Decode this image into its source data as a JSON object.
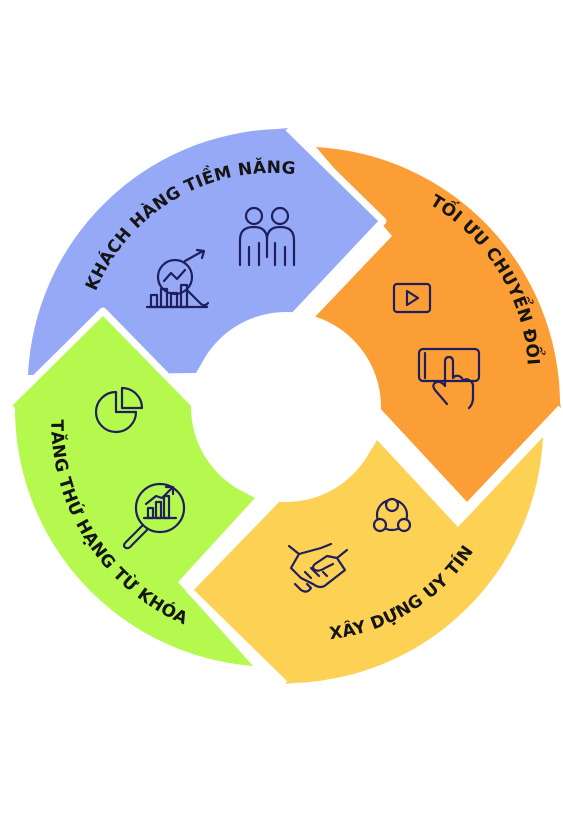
{
  "diagram": {
    "segments": [
      {
        "id": "khach-hang",
        "label": "KHÁCH HÀNG TIỀM NĂNG",
        "color": "#96a9f7",
        "icons": [
          "team-icon",
          "analytics-magnifier-icon"
        ]
      },
      {
        "id": "toi-uu",
        "label": "TỐI ƯU CHUYỂN ĐỔI",
        "color": "#fb9e36",
        "icons": [
          "video-play-icon",
          "touch-screen-icon"
        ]
      },
      {
        "id": "xay-dung",
        "label": "XÂY DỰNG UY TÍN",
        "color": "#fdd154",
        "icons": [
          "network-icon",
          "handshake-icon"
        ]
      },
      {
        "id": "tang-thu-hang",
        "label": "TĂNG THỨ HẠNG TỪ KHÓA",
        "color": "#b5f94f",
        "icons": [
          "pie-chart-icon",
          "growth-magnifier-icon"
        ]
      }
    ],
    "background": "#ffffff",
    "separator": "#ffffff",
    "icon_color": "#1e1f5c"
  }
}
